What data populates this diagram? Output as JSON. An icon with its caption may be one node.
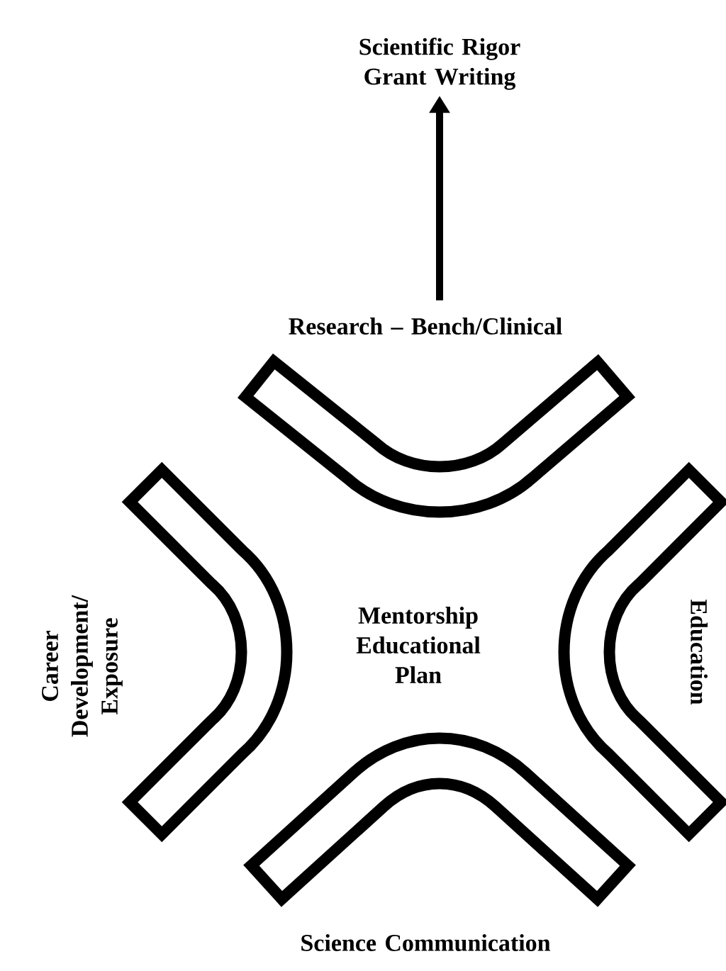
{
  "diagram": {
    "nodes": [
      {
        "text": [
          "Scientific Rigor Grant Writing"
        ]
      },
      {
        "text": [
          "Research – Bench/Clinical"
        ]
      },
      {
        "text": [
          "Career Development/ Exposure"
        ]
      },
      {
        "text": [
          "Education"
        ]
      },
      {
        "text": [
          "Science Communication"
        ]
      }
    ],
    "edges": [
      {
        "from": 1,
        "to": 0,
        "arrow": "to"
      }
    ],
    "labels": [
      "Mentorship Educational Plan"
    ]
  }
}
